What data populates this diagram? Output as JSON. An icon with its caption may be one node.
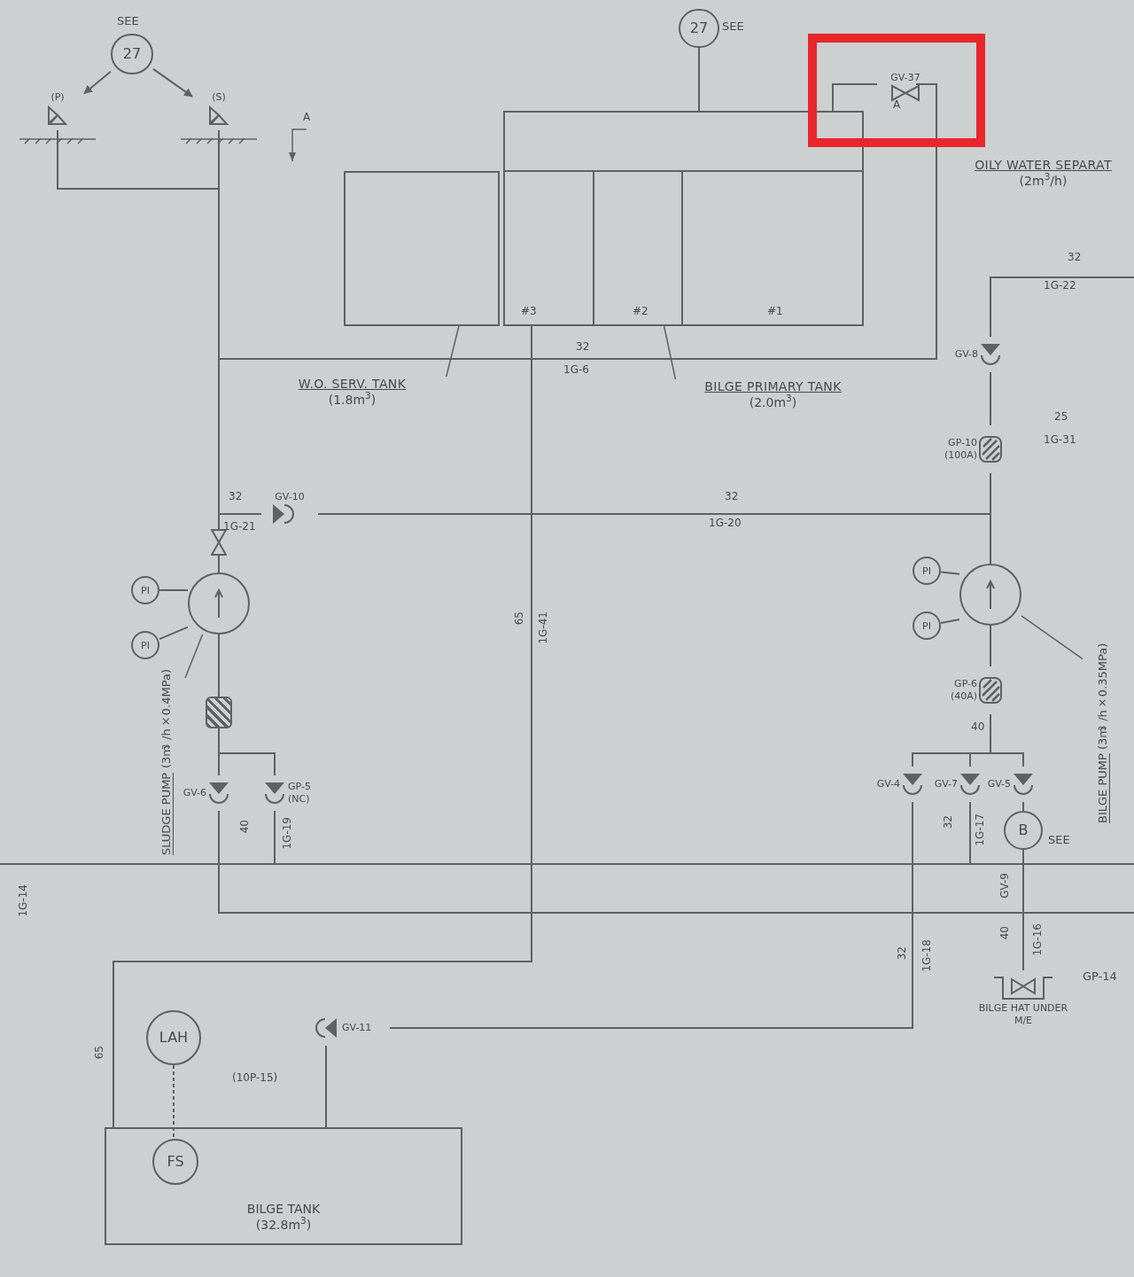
{
  "diagram": {
    "nodes": [
      {
        "text": [],
        "shape": "box"
      },
      {
        "text": [],
        "shape": "box"
      },
      {
        "text": [
          "W.O. SERV. TANK",
          "(1.8m$^{3}$)"
        ]
      },
      {
        "text": [
          "BILGE PRIMARY TANK",
          "(2.0m$^{3}$)"
        ]
      },
      {
        "text": [
          "OILY WATER SEPARAT",
          "(2m$^{3}$/h)"
        ]
      },
      {
        "text": [],
        "shape": "circle"
      },
      {
        "text": [
          "SLUDGE PUMP",
          "(3m$^{3}$/h×0.4MPa)"
        ]
      },
      {
        "text": [],
        "shape": "circle"
      },
      {
        "text": [
          "BILGE PUMP",
          "(3m$^{3}$/h×0.35MPa)"
        ]
      },
      {
        "text": [
          "BILGE TANK",
          "(32.8m$^{3}$)"
        ]
      },
      {
        "text": [
          "LAH"
        ]
      },
      {
        "text": [
          "FS"
        ],
        "in": 9
      },
      {
        "text": [
          "27"
        ],
        "beside": [
          "SEE"
        ]
      },
      {
        "text": [
          "(P)"
        ]
      },
      {
        "text": [
          "(S)"
        ]
      },
      {
        "text": [
          "27"
        ],
        "beside": [
          "SEE"
        ]
      },
      {
        "text": [],
        "shape": "box"
      },
      {
        "text": [
          "GV-37"
        ],
        "in": 16
      },
      {
        "text": [
          "GV-10"
        ]
      },
      {
        "text": [
          "GV-8"
        ]
      },
      {
        "text": [
          "GP-10",
          "(100A)"
        ]
      },
      {
        "text": [
          "GP-6",
          "(40A)"
        ]
      },
      {
        "text": [
          "GV-4"
        ]
      },
      {
        "text": [
          "GV-7"
        ]
      },
      {
        "text": [
          "GV-5"
        ]
      },
      {
        "text": [
          "B"
        ],
        "beside": [
          "SEE"
        ]
      },
      {
        "text": [
          "GV-6"
        ]
      },
      {
        "text": [
          "GP-5",
          "(NC)"
        ]
      },
      {
        "text": [],
        "shape": "box"
      },
      {
        "text": [
          "GV-11"
        ]
      },
      {
        "text": [
          "BILGE HAT UNDER M/E"
        ],
        "beside": [
          "GP-14"
        ]
      },
      {
        "text": [
          "PI"
        ]
      },
      {
        "text": [
          "PI"
        ]
      },
      {
        "text": [
          "PI"
        ]
      },
      {
        "text": [
          "PI"
        ]
      },
      {
        "text": [],
        "shape": "valve"
      }
    ],
    "edges": [
      {
        "from": 12,
        "to": 13,
        "arrow": "to"
      },
      {
        "from": 12,
        "to": 14,
        "arrow": "to"
      },
      {
        "from": 13,
        "to": 14,
        "arrow": "none"
      },
      {
        "from": 14,
        "to": 18,
        "arrow": "none"
      },
      {
        "from": 5,
        "to": 35,
        "arrow": "none"
      },
      {
        "from": 18,
        "to": 7,
        "arrow": "none"
      },
      {
        "from": 17,
        "to": 14,
        "arrow": "none"
      },
      {
        "from": 17,
        "to": 1,
        "arrow": "none"
      },
      {
        "from": 19,
        "to": null,
        "arrow": "none"
      },
      {
        "from": 19,
        "to": 20,
        "arrow": "none"
      },
      {
        "from": 20,
        "to": 7,
        "arrow": "none"
      },
      {
        "from": 7,
        "to": 21,
        "arrow": "none"
      },
      {
        "from": 21,
        "to": 22,
        "arrow": "none"
      },
      {
        "from": 21,
        "to": 23,
        "arrow": "none"
      },
      {
        "from": 21,
        "to": 24,
        "arrow": "none"
      },
      {
        "from": 24,
        "to": 25,
        "arrow": "none"
      },
      {
        "from": 22,
        "to": 29,
        "arrow": "none"
      },
      {
        "from": 23,
        "to": null,
        "arrow": "none"
      },
      {
        "from": 5,
        "to": 28,
        "arrow": "none"
      },
      {
        "from": 28,
        "to": 26,
        "arrow": "none"
      },
      {
        "from": 28,
        "to": 27,
        "arrow": "none"
      },
      {
        "from": 26,
        "to": null,
        "arrow": "none"
      },
      {
        "from": 27,
        "to": null,
        "arrow": "none"
      },
      {
        "from": 1,
        "to": 9,
        "arrow": "none"
      },
      {
        "from": 29,
        "to": 9,
        "arrow": "none"
      },
      {
        "from": 10,
        "to": 11,
        "arrow": "none",
        "style": "dashed"
      },
      {
        "from": 2,
        "to": 0,
        "arrow": "none"
      },
      {
        "from": 3,
        "to": 1,
        "arrow": "none"
      },
      {
        "from": 6,
        "to": 5,
        "arrow": "none"
      },
      {
        "from": 8,
        "to": 7,
        "arrow": "none"
      },
      {
        "from": 30,
        "to": 25,
        "arrow": "none"
      },
      {
        "from": 15,
        "to": 1,
        "arrow": "none"
      },
      {
        "from": 31,
        "to": 5,
        "arrow": "none"
      },
      {
        "from": 32,
        "to": 5,
        "arrow": "none"
      },
      {
        "from": 33,
        "to": 7,
        "arrow": "none"
      },
      {
        "from": 34,
        "to": 7,
        "arrow": "none"
      },
      {
        "from": 35,
        "to": 18,
        "arrow": "none"
      }
    ],
    "labels": [
      "A",
      "32",
      "1G-22",
      "25",
      "1G-31",
      "32",
      "1G-6",
      "32",
      "1G-20",
      "32",
      "1G-21",
      "65",
      "1G-41",
      "40",
      "1G-19",
      "1G-14",
      "65",
      "(10P-15)",
      "32",
      "1G-18",
      "40",
      "1G-16",
      "GV-9",
      "32",
      "1G-17",
      "40",
      "#3",
      "#2",
      "#1",
      "A"
    ]
  }
}
